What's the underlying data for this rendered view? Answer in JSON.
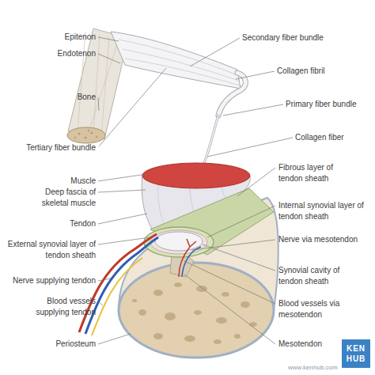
{
  "diagram": {
    "labels": [
      "Epitenon",
      "Endotenon",
      "Bone",
      "Tertiary fiber bundle",
      "Secondary fiber bundle",
      "Collagen fibril",
      "Primary fiber bundle",
      "Collagen fiber",
      "Muscle",
      "Deep fascia of skeletal muscle",
      "Tendon",
      "External synovial layer of tendon sheath",
      "Nerve supplying tendon",
      "Blood vessels supplying tendon",
      "Periosteum",
      "Fibrous layer of tendon sheath",
      "Internal synovial layer of tendon sheath",
      "Nerve via mesotendon",
      "Synovial cavity of tendon sheath",
      "Blood vessels via mesotendon",
      "Mesotendon",
      "www.kenhub.com",
      "KEN HUB"
    ]
  }
}
